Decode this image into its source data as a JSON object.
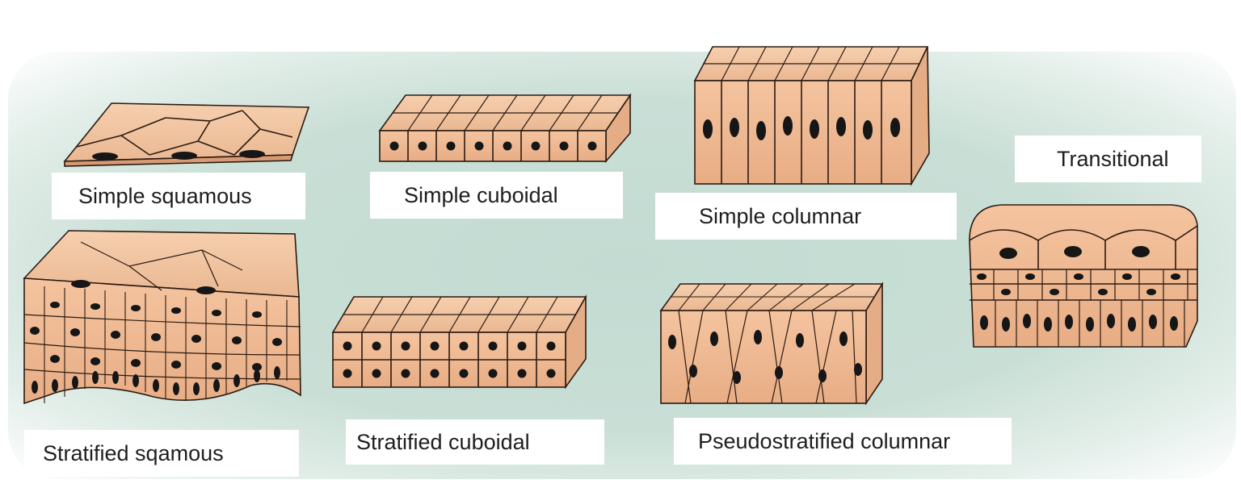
{
  "labels": {
    "simple_squamous": "Simple squamous",
    "simple_cuboidal": "Simple cuboidal",
    "simple_columnar": "Simple columnar",
    "transitional": "Transitional",
    "stratified_squamous": "Stratified sqamous",
    "stratified_cuboidal": "Stratified cuboidal",
    "pseudostratified_columnar": "Pseudostratified columnar"
  },
  "colors": {
    "background": "#c9dfd6",
    "cell_fill": "#f2c29d",
    "cell_side": "#e4ad86",
    "cell_line": "#2b1a12",
    "nucleus": "#161616"
  }
}
